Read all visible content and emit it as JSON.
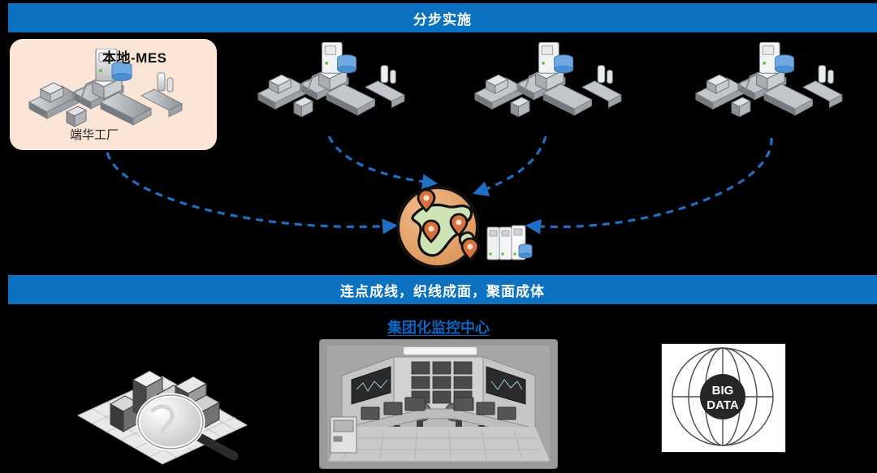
{
  "colors": {
    "banner_blue": "#0a72c0",
    "heading_blue": "#0a66c2",
    "card_peach": "#fae5d6",
    "arrow_blue": "#1f6fc4",
    "globe_orange": "#e8a36a",
    "globe_land": "#cfe3b4",
    "background": "#000000"
  },
  "banners": {
    "top": "分步实施",
    "middle": "连点成线，织线成面，聚面成体"
  },
  "mes_card": {
    "title": "本地-MES",
    "subtitle": "端华工厂",
    "icon": "isometric-factory-icon"
  },
  "factories": [
    {
      "id": "factory-1",
      "icon": "isometric-factory-icon",
      "label": ""
    },
    {
      "id": "factory-2",
      "icon": "isometric-factory-icon",
      "label": ""
    },
    {
      "id": "factory-3",
      "icon": "isometric-factory-icon",
      "label": ""
    }
  ],
  "hub": {
    "icon": "globe-with-map-pins-icon",
    "servers_icon": "server-stack-icon",
    "pin_count": 4
  },
  "arrows": {
    "style": "dashed",
    "count": 4,
    "direction": "converging-to-hub"
  },
  "center_heading": "集团化监控中心",
  "bottom_items": [
    {
      "id": "analytics",
      "icon": "3d-bar-chart-magnifier-icon",
      "label": ""
    },
    {
      "id": "control-room",
      "icon": "control-room-illustration",
      "label": ""
    },
    {
      "id": "big-data",
      "icon": "wireframe-globe-icon",
      "label_line1": "BIG",
      "label_line2": "DATA"
    }
  ]
}
